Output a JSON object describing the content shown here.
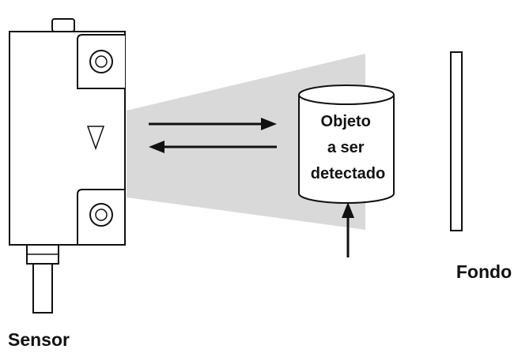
{
  "labels": {
    "sensor": "Sensor",
    "background": "Fondo",
    "object_lines": [
      "Objeto",
      "a ser",
      "detectado"
    ]
  },
  "colors": {
    "line": "#111111",
    "beam": "#d9d9d9",
    "background": "#ffffff"
  }
}
